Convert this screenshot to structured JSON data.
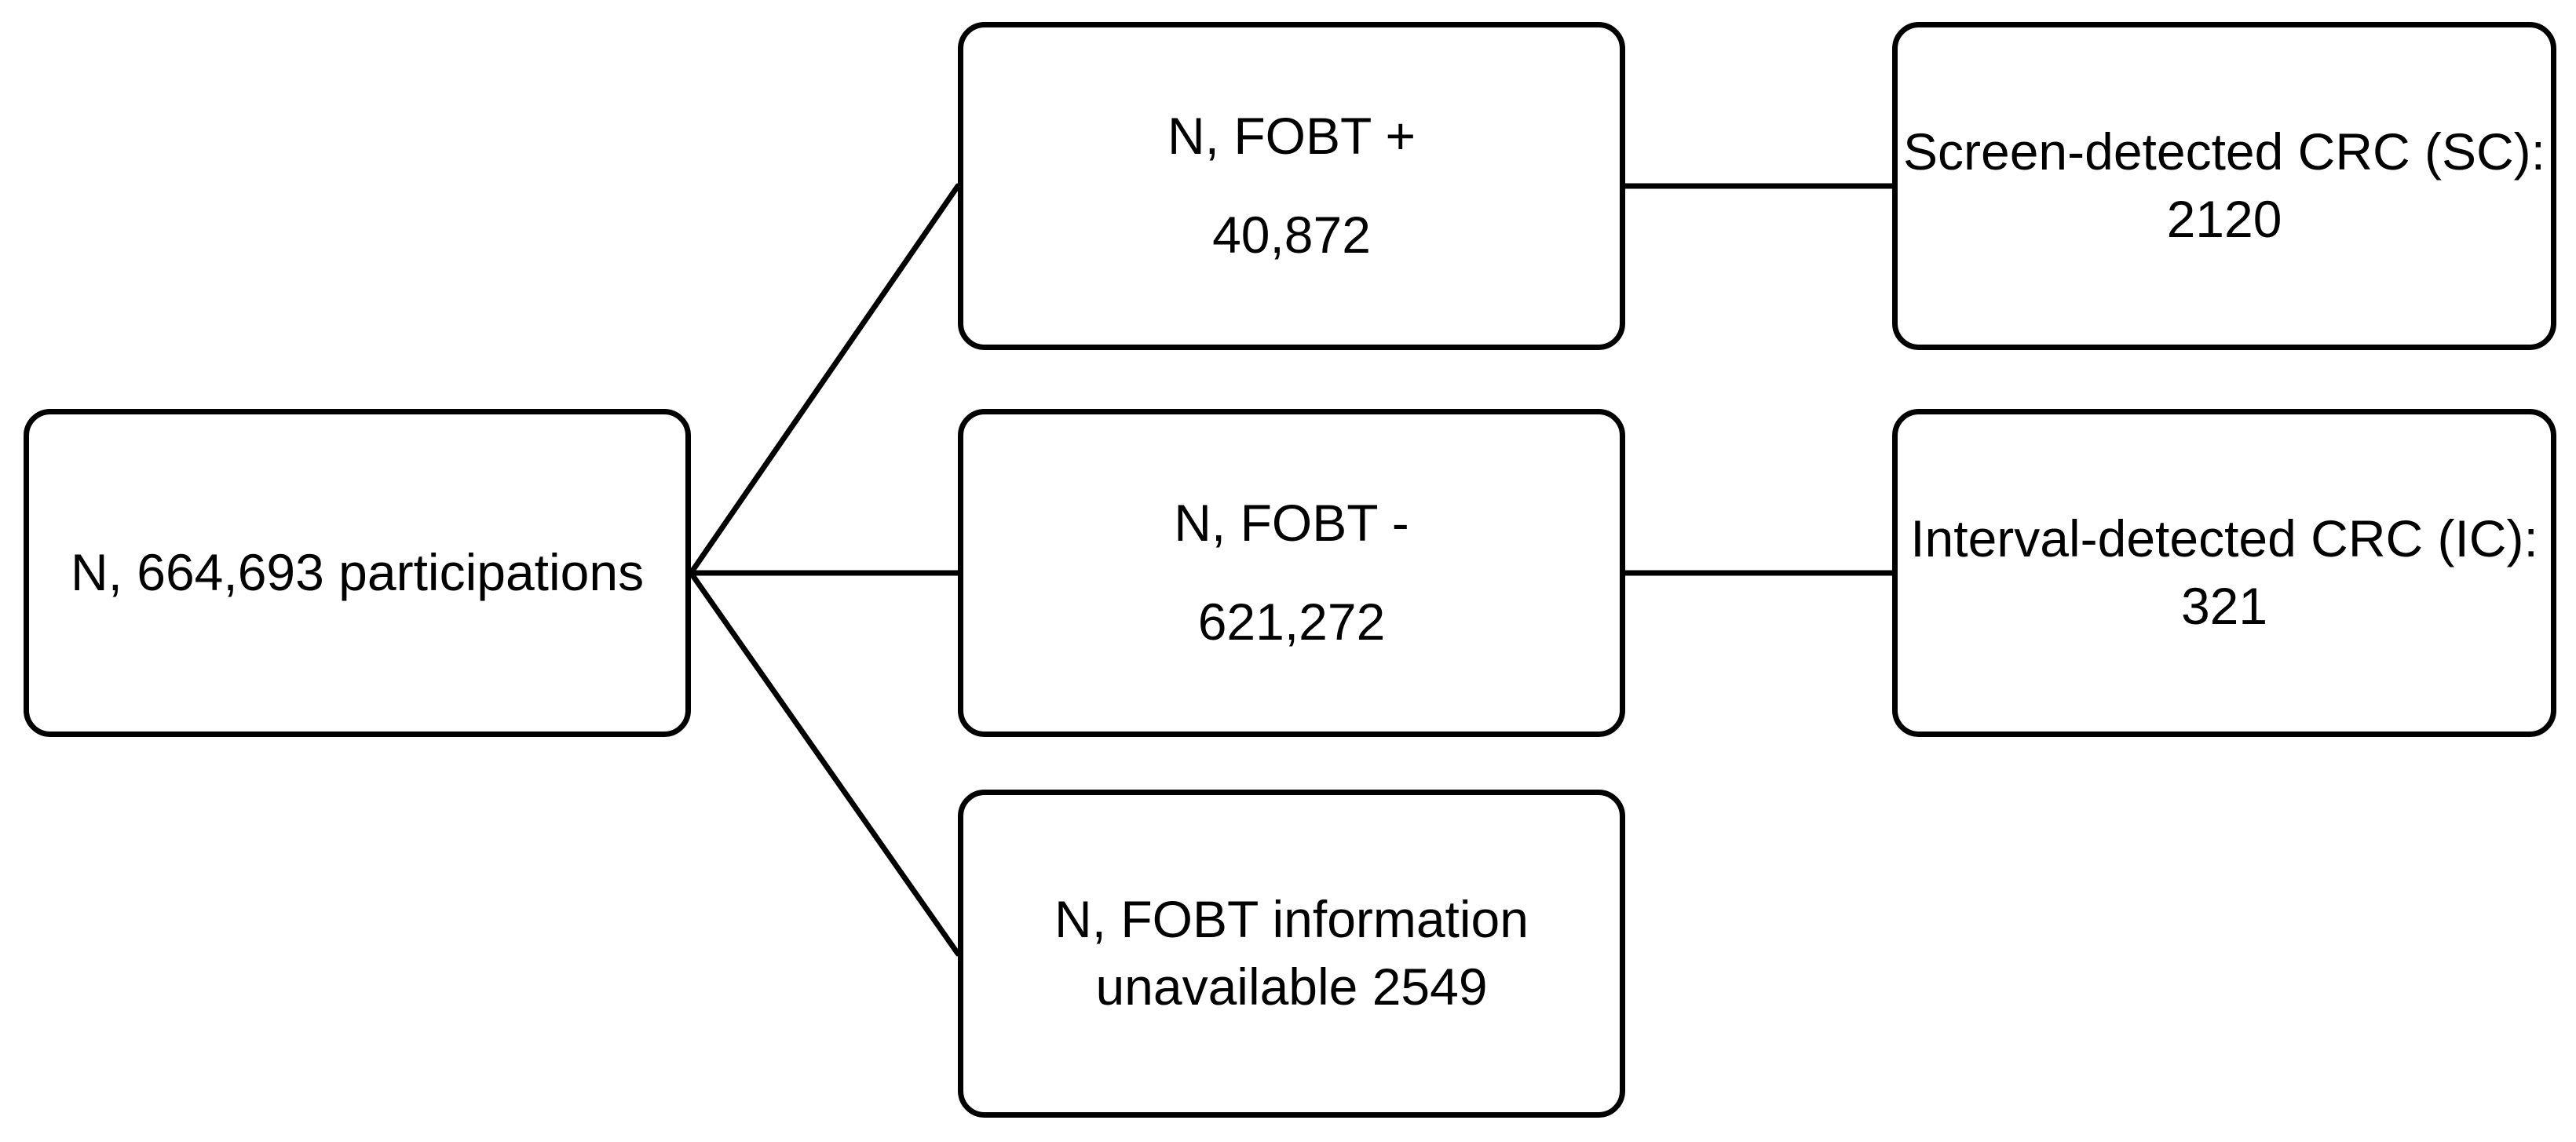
{
  "nodes": {
    "total": {
      "line1": "N, 664,693 participations"
    },
    "fobt_positive": {
      "line1": "N, FOBT +",
      "line2": "40,872"
    },
    "fobt_negative": {
      "line1": "N, FOBT -",
      "line2": "621,272"
    },
    "fobt_unavailable": {
      "line1": "N, FOBT information",
      "line2": "unavailable 2549"
    },
    "screen_detected": {
      "line1": "Screen-detected CRC (SC):",
      "line2": "2120"
    },
    "interval_detected": {
      "line1": "Interval-detected CRC (IC):",
      "line2": "321"
    }
  }
}
